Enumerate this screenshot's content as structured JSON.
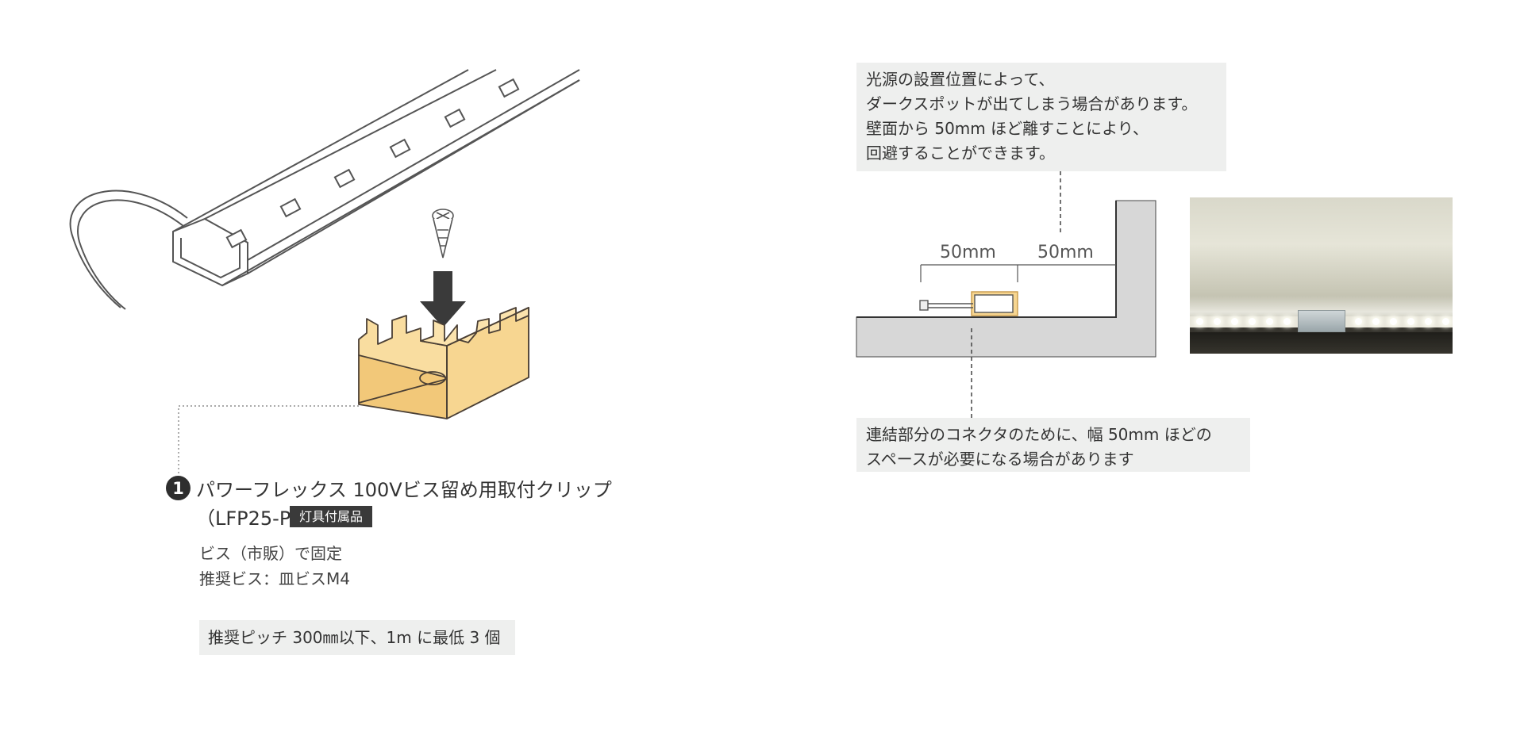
{
  "left": {
    "badge_number": "1",
    "product_title": "パワーフレックス 100Vビス留め用取付クリップ",
    "product_code": "（LFP25-PT）",
    "accessory_tag": "灯具付属品",
    "notes": [
      "ビス（市販）で固定",
      "推奨ビス：皿ビスM4"
    ],
    "pitch_note": "推奨ピッチ 300㎜以下、1m に最低 3 個"
  },
  "right": {
    "top_callout": [
      "光源の設置位置によって、",
      "ダークスポットが出てしまう場合があります。",
      "壁面から 50mm ほど離すことにより、",
      "回避することができます。"
    ],
    "dimension_left": "50mm",
    "dimension_right": "50mm",
    "bottom_callout": [
      "連結部分のコネクタのために、幅 50mm ほどの",
      "スペースが必要になる場合があります"
    ]
  },
  "colors": {
    "clip_fill": "#f7d691",
    "clip_stroke": "#4a3f35",
    "wall_gray": "#d7d7d7",
    "callout_bg": "#eeefee",
    "arrow": "#3a3a3a"
  }
}
